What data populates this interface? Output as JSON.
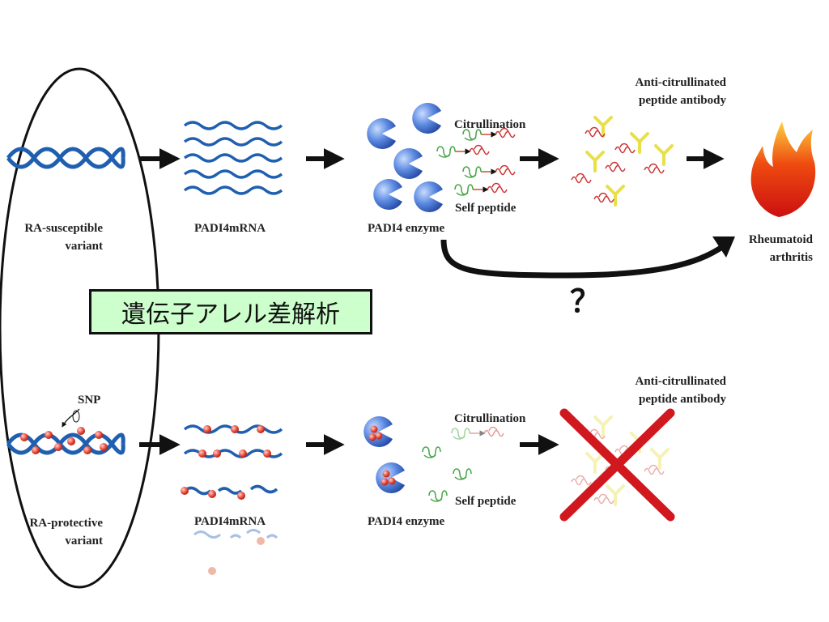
{
  "top": {
    "gene_label": [
      "RA-susceptible",
      "variant"
    ],
    "mrna_label": "PADI4mRNA",
    "enzyme_label": "PADI4 enzyme",
    "citrullination": "Citrullination",
    "self_peptide": "Self peptide",
    "antibody_label": [
      "Anti-citrullinated",
      "peptide antibody"
    ],
    "disease_label": [
      "Rheumatoid",
      "arthritis"
    ],
    "question": "？"
  },
  "analysis_box": "遺伝子アレル差解析",
  "bottom": {
    "snp_label": "SNP",
    "gene_label": [
      "RA-protective",
      "variant"
    ],
    "mrna_label": "PADI4mRNA",
    "enzyme_label": "PADI4 enzyme",
    "citrullination": "Citrullination",
    "self_peptide": "Self peptide",
    "antibody_label": [
      "Anti-citrullinated",
      "peptide antibody"
    ]
  },
  "colors": {
    "dna": "#1f5fb0",
    "snp": "#e03a2a",
    "enzyme": "#3d6fd0",
    "peptide_green": "#4aa84a",
    "peptide_red": "#cc3333",
    "antibody": "#e8e04a",
    "cross": "#d0181e",
    "box_fill": "#ccffcc"
  }
}
